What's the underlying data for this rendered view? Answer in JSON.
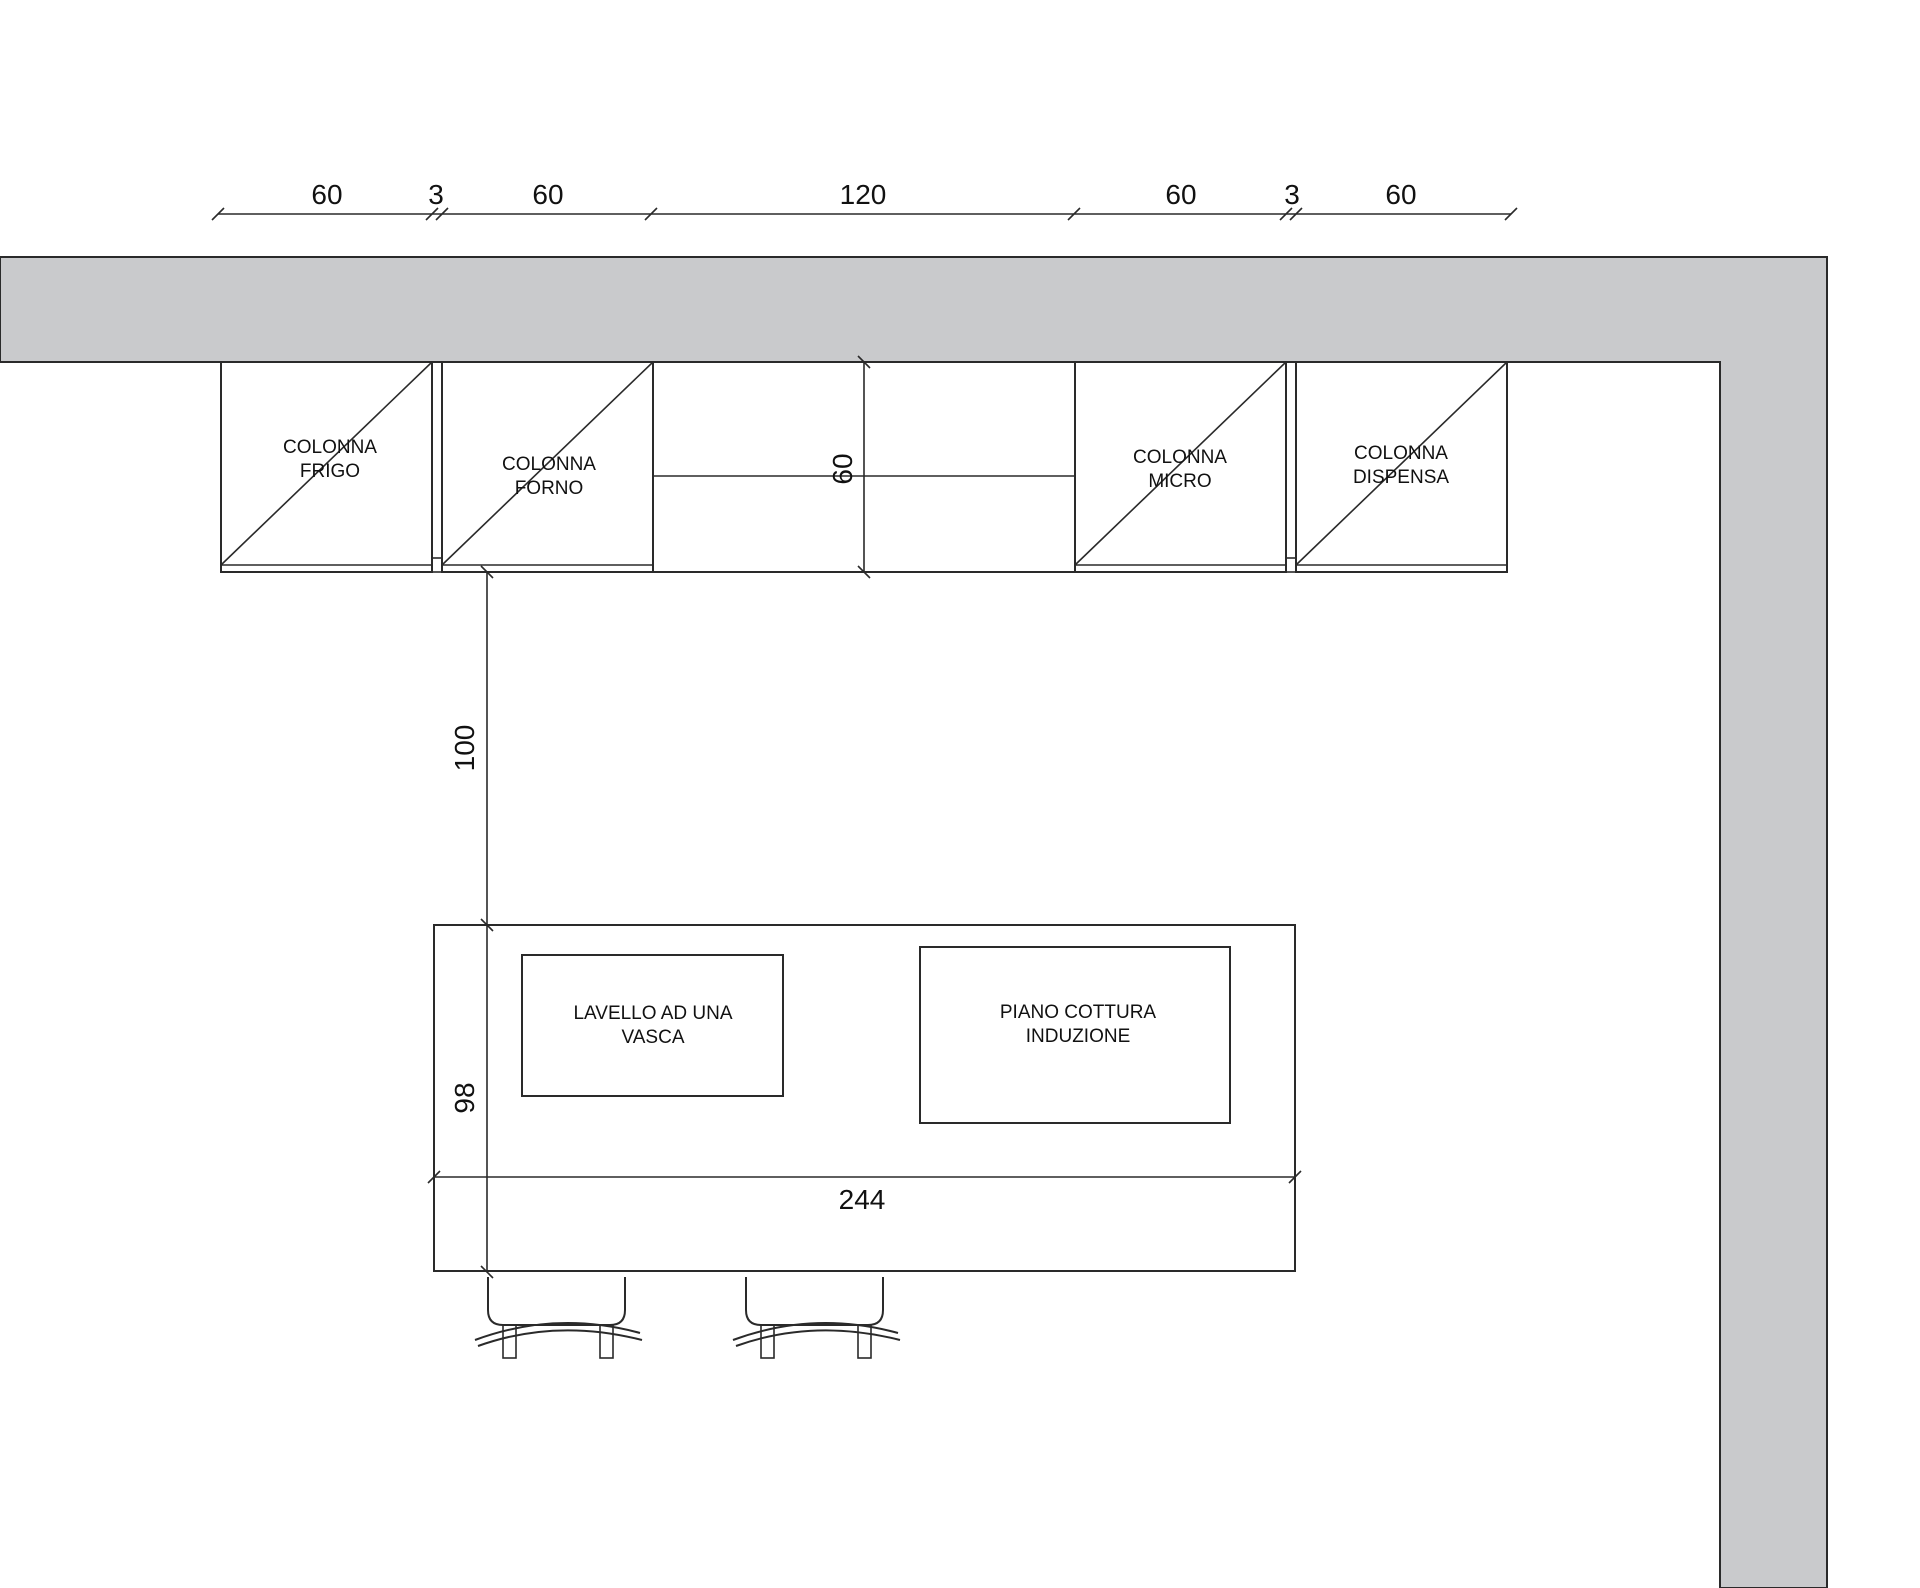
{
  "dimensions_top": {
    "d1": "60",
    "d2": "3",
    "d3": "60",
    "d4": "120",
    "d5": "60",
    "d6": "3",
    "d7": "60"
  },
  "dimension_depth": "60",
  "dimension_gap": "100",
  "island": {
    "width_label": "244",
    "depth_label": "98",
    "sink": {
      "line1": "LAVELLO AD UNA",
      "line2": "VASCA"
    },
    "hob": {
      "line1": "PIANO COTTURA",
      "line2": "INDUZIONE"
    }
  },
  "columns": {
    "fridge": {
      "line1": "COLONNA",
      "line2": "FRIGO"
    },
    "oven": {
      "line1": "COLONNA",
      "line2": "FORNO"
    },
    "micro": {
      "line1": "COLONNA",
      "line2": "MICRO"
    },
    "pantry": {
      "line1": "COLONNA",
      "line2": "DISPENSA"
    }
  },
  "colors": {
    "wall_fill": "#c9cacc",
    "line": "#2a2a2a",
    "background": "#ffffff"
  }
}
